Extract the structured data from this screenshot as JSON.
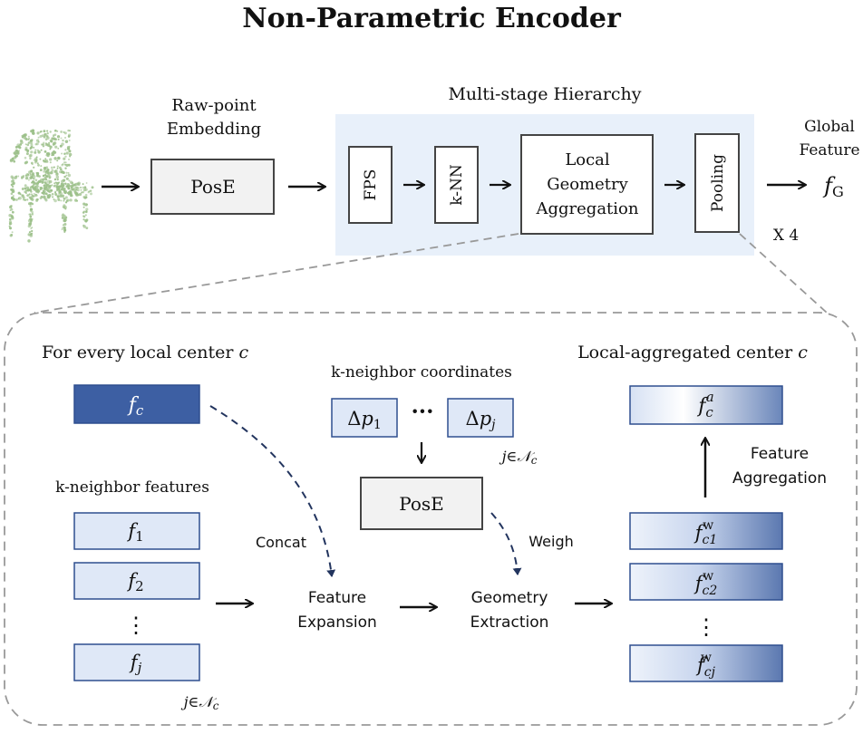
{
  "title": "Non-Parametric Encoder",
  "top": {
    "raw_point_label_1": "Raw-point",
    "raw_point_label_2": "Embedding",
    "pose_label": "PosE",
    "hierarchy_label": "Multi-stage Hierarchy",
    "fps_label": "FPS",
    "knn_label": "k-NN",
    "lga_line1": "Local",
    "lga_line2": "Geometry",
    "lga_line3": "Aggregation",
    "pooling_label": "Pooling",
    "repeat_label": "X 4",
    "global_line1": "Global",
    "global_line2": "Feature",
    "global_symbol": "f",
    "global_subscript": "G"
  },
  "detail": {
    "left_header_text": "For every local center ",
    "left_header_var": "c",
    "center_feature_var": "f",
    "center_feature_sub": "c",
    "neighbor_header": "k-neighbor features",
    "neighbor_features": [
      {
        "var": "f",
        "sub": "1"
      },
      {
        "var": "f",
        "sub": "2"
      },
      {
        "var": "f",
        "sub": "j"
      }
    ],
    "vertical_dots": "⋮",
    "set_label_j": "j",
    "set_label_in": "∈",
    "set_label_n": "𝒩",
    "set_label_c": "c",
    "coord_header": "k-neighbor coordinates",
    "coord_left_delta": "Δ",
    "coord_left_var": "p",
    "coord_left_sub": "1",
    "coord_dots": "···",
    "coord_right_delta": "Δ",
    "coord_right_var": "p",
    "coord_right_sub": "j",
    "pose_label": "PosE",
    "concat_label": "Concat",
    "weigh_label": "Weigh",
    "expansion_line1": "Feature",
    "expansion_line2": "Expansion",
    "extraction_line1": "Geometry",
    "extraction_line2": "Extraction",
    "right_header_text": "Local-aggregated center ",
    "right_header_var": "c",
    "aggregated_var": "f",
    "aggregated_sub": "c",
    "aggregated_sup": "a",
    "aggregation_line1": "Feature",
    "aggregation_line2": "Aggregation",
    "weighted_features": [
      {
        "var": "f",
        "sub": "c1",
        "sup": "w"
      },
      {
        "var": "f",
        "sub": "c2",
        "sup": "w"
      },
      {
        "var": "f",
        "sub": "cj",
        "sup": "w"
      }
    ]
  },
  "colors": {
    "hierarchy_bg": "#e8f0fa",
    "center_feature_fill": "#3d5fa3",
    "neighbor_fill": "#dfe8f7",
    "box_border": "#2f4f8f",
    "gradient_light": "#eef3fb",
    "gradient_dark": "#5b78b0",
    "dashed_arrow": "#22345e",
    "point_cloud": "#9cc08a"
  }
}
